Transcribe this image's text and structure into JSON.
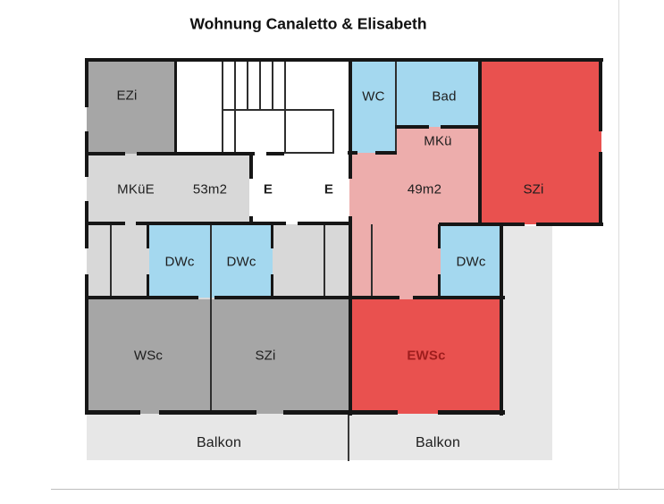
{
  "title": "Wohnung Canaletto & Elisabeth",
  "labels": {
    "ezi": "EZi",
    "wc": "WC",
    "bad": "Bad",
    "mku": "MKü",
    "mkue": "MKüE",
    "area_left": "53m2",
    "entrance_left": "E",
    "entrance_right": "E",
    "area_right": "49m2",
    "szi_red": "SZi",
    "dwc_1": "DWc",
    "dwc_2": "DWc",
    "dwc_3": "DWc",
    "wsc": "WSc",
    "szi_gray": "SZi",
    "ewsc": "EWSc",
    "balkon_left": "Balkon",
    "balkon_right": "Balkon"
  },
  "colors": {
    "wall": "#161616",
    "room_dark_gray": "#a6a6a6",
    "room_light_gray": "#d8d8d8",
    "balcony_gray": "#e7e7e7",
    "room_blue": "#a4d8ef",
    "room_red": "#e9514f",
    "room_pink": "#edadac",
    "ewsc_label_color": "#9e1d1d"
  }
}
